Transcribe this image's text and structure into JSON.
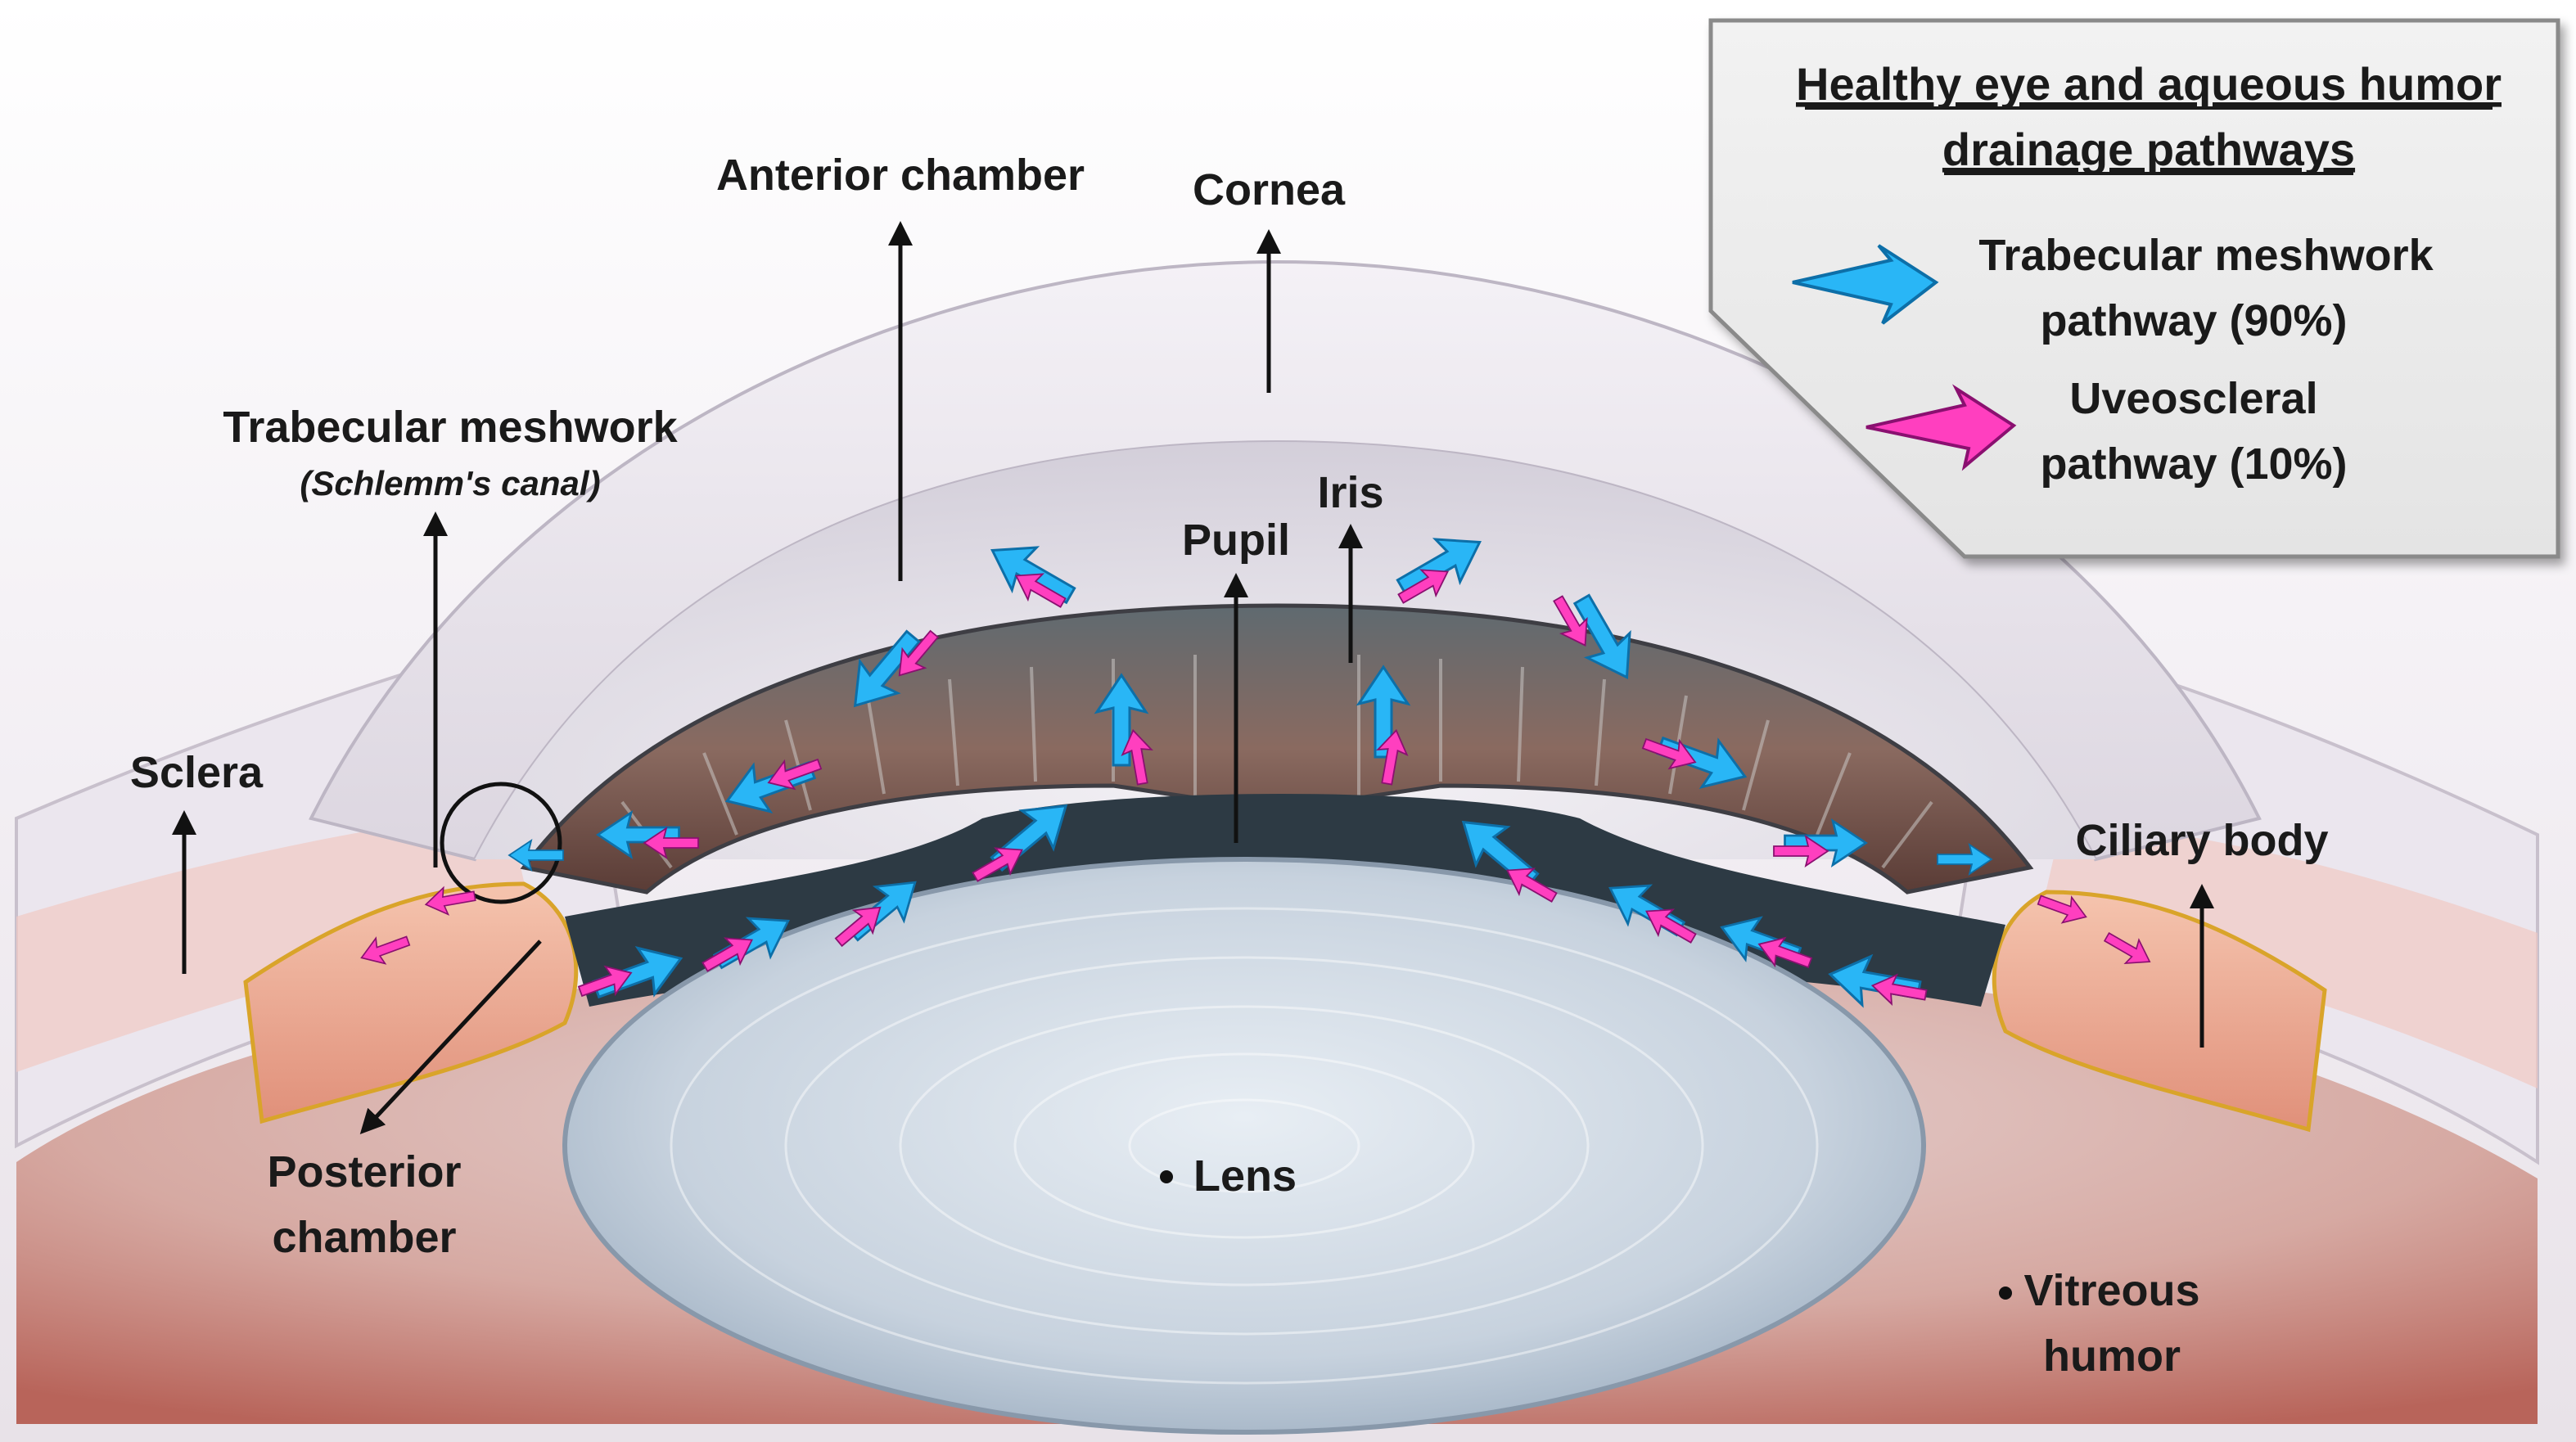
{
  "legend": {
    "title_line1": "Healthy eye and aqueous humor",
    "title_line2": "drainage pathways",
    "items": [
      {
        "line1": "Trabecular meshwork",
        "line2": "pathway (90%)",
        "color": "#29b6f6"
      },
      {
        "line1": "Uveoscleral",
        "line2": "pathway (10%)",
        "color": "#ff3fbf"
      }
    ]
  },
  "labels": {
    "anterior_chamber": "Anterior chamber",
    "cornea": "Cornea",
    "trabecular_meshwork": "Trabecular meshwork",
    "schlemms_canal": "(Schlemm's canal)",
    "iris": "Iris",
    "pupil": "Pupil",
    "sclera": "Sclera",
    "ciliary_body": "Ciliary body",
    "posterior_chamber_1": "Posterior",
    "posterior_chamber_2": "chamber",
    "lens": "Lens",
    "vitreous_1": "Vitreous",
    "vitreous_2": "humor"
  },
  "colors": {
    "trabecular_arrow": "#29b6f6",
    "uveoscleral_arrow": "#ff3fbf",
    "sclera": "#ece8f0",
    "ciliary": "#eba58e",
    "lens": "#c9d4e0",
    "vitreous": "#c98a80",
    "iris": "#7a5a52"
  }
}
